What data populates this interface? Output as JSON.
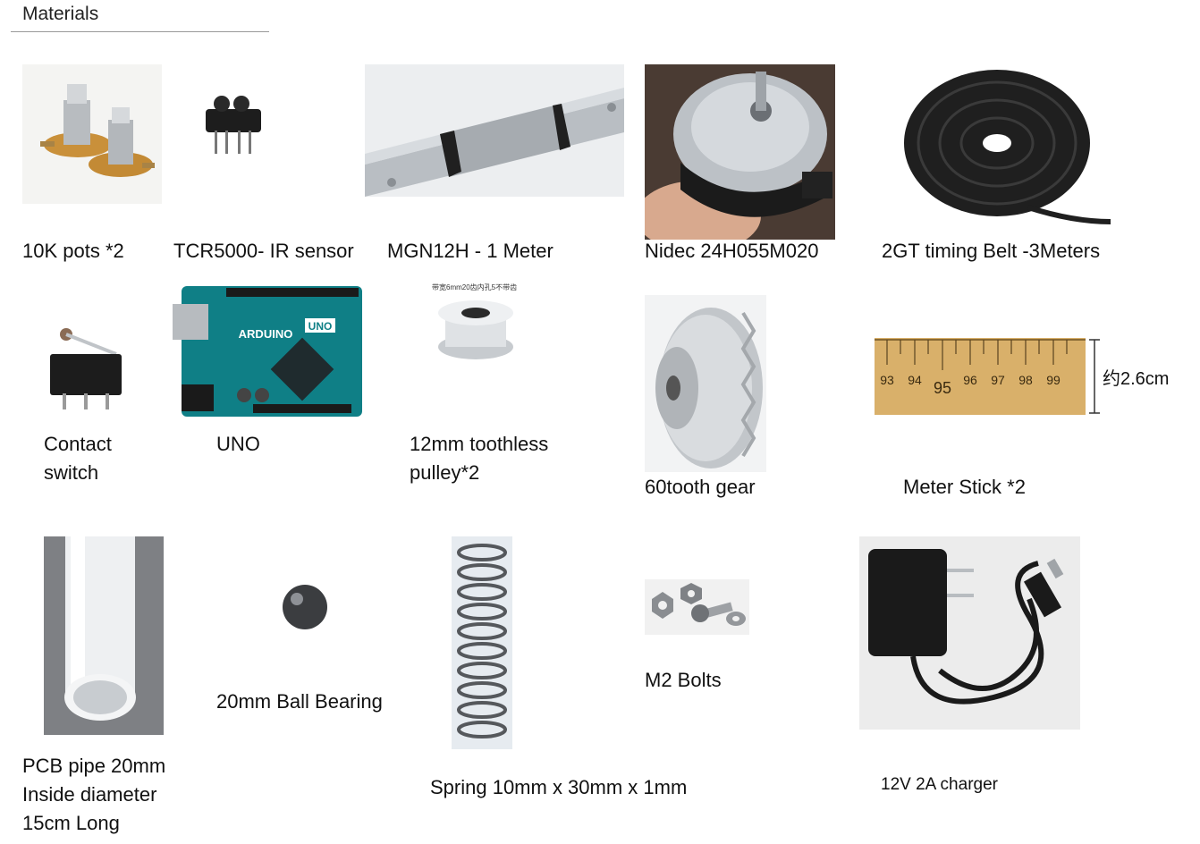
{
  "page": {
    "title": "Materials"
  },
  "items": {
    "pots": {
      "label": "10K pots *2"
    },
    "ir_sensor": {
      "label": "TCR5000- IR sensor"
    },
    "rail": {
      "label": "MGN12H - 1 Meter"
    },
    "motor": {
      "label": "Nidec 24H055M020"
    },
    "belt": {
      "label": "2GT timing Belt -3Meters"
    },
    "switch": {
      "lines": [
        "Contact",
        "switch"
      ]
    },
    "uno": {
      "label": "UNO",
      "board_text": "ARDUINO",
      "badge": "UNO"
    },
    "pulley": {
      "lines": [
        "12mm toothless",
        "pulley*2"
      ],
      "caption": "带宽6mm20齿内孔5不带齿"
    },
    "gear": {
      "label": "60tooth gear"
    },
    "meter_stick": {
      "label": "Meter Stick *2",
      "dimension": "约2.6cm",
      "ticks": [
        "93",
        "94",
        "95",
        "96",
        "97",
        "98",
        "99"
      ]
    },
    "pipe": {
      "lines": [
        "PCB pipe 20mm",
        "Inside diameter",
        "15cm Long"
      ]
    },
    "ball": {
      "label": "20mm Ball Bearing"
    },
    "spring": {
      "label": "Spring 10mm x 30mm x 1mm"
    },
    "bolts": {
      "label": "M2 Bolts"
    },
    "charger": {
      "label": "12V 2A charger"
    }
  },
  "colors": {
    "board_teal": "#0f7f86",
    "metal": "#c8cdd2",
    "dark_plastic": "#1c1c1c",
    "wood": "#d9b06a",
    "pipe_white": "#eef0f2"
  }
}
